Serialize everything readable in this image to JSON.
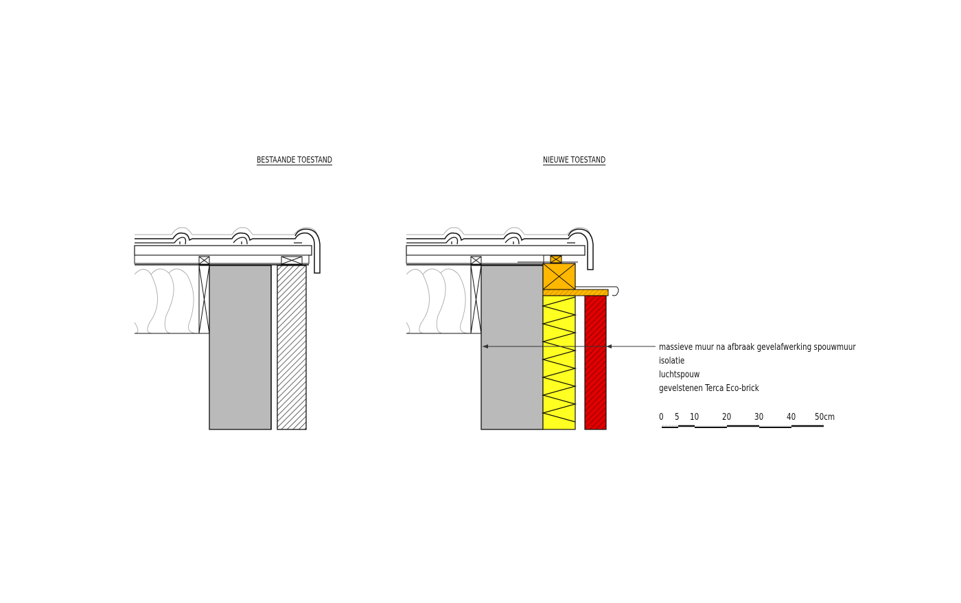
{
  "titles": {
    "existing": "BESTAANDE TOESTAND",
    "new": "NIEUWE TOESTAND"
  },
  "legend": {
    "items": [
      "massieve muur na afbraak gevelafwerking spouwmuur",
      "isolatie",
      "luchtspouw",
      "gevelstenen Terca Eco-brick"
    ]
  },
  "scale_bar": {
    "ticks": [
      "0",
      "5",
      "10",
      "20",
      "30",
      "40",
      "50cm"
    ],
    "unit": "cm"
  },
  "colors": {
    "wall_gray": "#bababa",
    "insulation_yellow": "#ffff22",
    "timber_orange": "#ffb700",
    "brick_red": "#e00000",
    "line": "#111111",
    "light_line": "#aaaaaa"
  }
}
